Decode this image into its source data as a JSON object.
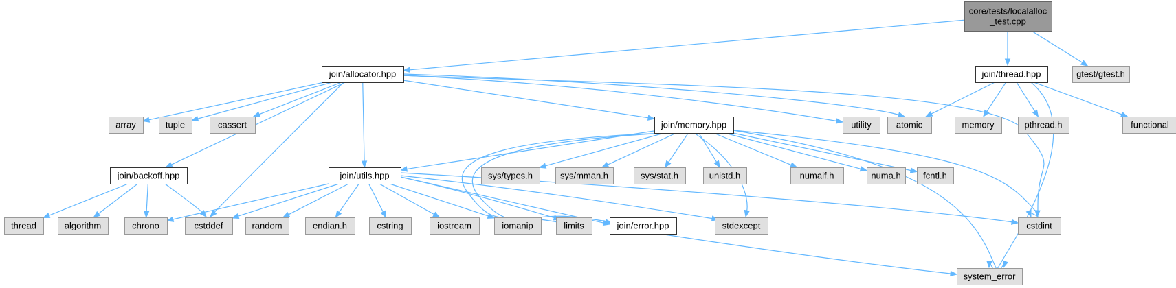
{
  "title": "core/tests/localalloc_test.cpp include dependency graph",
  "colors": {
    "root_fill": "#999999",
    "root_border": "#666666",
    "documented_fill": "#ffffff",
    "documented_border": "#333333",
    "system_fill": "#e0e0e0",
    "system_border": "#999999",
    "edge": "#63b8ff"
  },
  "nodes": [
    {
      "id": "root",
      "kind": "root",
      "lines": [
        "core/tests/localalloc",
        "_test.cpp"
      ]
    },
    {
      "id": "allocator",
      "kind": "documented",
      "lines": [
        "join/allocator.hpp"
      ]
    },
    {
      "id": "thread_hpp",
      "kind": "documented",
      "lines": [
        "join/thread.hpp"
      ]
    },
    {
      "id": "gtest",
      "kind": "system",
      "lines": [
        "gtest/gtest.h"
      ]
    },
    {
      "id": "array",
      "kind": "system",
      "lines": [
        "array"
      ]
    },
    {
      "id": "tuple",
      "kind": "system",
      "lines": [
        "tuple"
      ]
    },
    {
      "id": "cassert",
      "kind": "system",
      "lines": [
        "cassert"
      ]
    },
    {
      "id": "memory_hpp",
      "kind": "documented",
      "lines": [
        "join/memory.hpp"
      ]
    },
    {
      "id": "utility",
      "kind": "system",
      "lines": [
        "utility"
      ]
    },
    {
      "id": "atomic",
      "kind": "system",
      "lines": [
        "atomic"
      ]
    },
    {
      "id": "memory",
      "kind": "system",
      "lines": [
        "memory"
      ]
    },
    {
      "id": "pthread",
      "kind": "system",
      "lines": [
        "pthread.h"
      ]
    },
    {
      "id": "functional",
      "kind": "system",
      "lines": [
        "functional"
      ]
    },
    {
      "id": "backoff",
      "kind": "documented",
      "lines": [
        "join/backoff.hpp"
      ]
    },
    {
      "id": "utils",
      "kind": "documented",
      "lines": [
        "join/utils.hpp"
      ]
    },
    {
      "id": "systypes",
      "kind": "system",
      "lines": [
        "sys/types.h"
      ]
    },
    {
      "id": "sysmman",
      "kind": "system",
      "lines": [
        "sys/mman.h"
      ]
    },
    {
      "id": "sysstat",
      "kind": "system",
      "lines": [
        "sys/stat.h"
      ]
    },
    {
      "id": "unistd",
      "kind": "system",
      "lines": [
        "unistd.h"
      ]
    },
    {
      "id": "numaif",
      "kind": "system",
      "lines": [
        "numaif.h"
      ]
    },
    {
      "id": "numa",
      "kind": "system",
      "lines": [
        "numa.h"
      ]
    },
    {
      "id": "fcntl",
      "kind": "system",
      "lines": [
        "fcntl.h"
      ]
    },
    {
      "id": "thread",
      "kind": "system",
      "lines": [
        "thread"
      ]
    },
    {
      "id": "algorithm",
      "kind": "system",
      "lines": [
        "algorithm"
      ]
    },
    {
      "id": "chrono",
      "kind": "system",
      "lines": [
        "chrono"
      ]
    },
    {
      "id": "cstddef",
      "kind": "system",
      "lines": [
        "cstddef"
      ]
    },
    {
      "id": "random",
      "kind": "system",
      "lines": [
        "random"
      ]
    },
    {
      "id": "endian",
      "kind": "system",
      "lines": [
        "endian.h"
      ]
    },
    {
      "id": "cstring",
      "kind": "system",
      "lines": [
        "cstring"
      ]
    },
    {
      "id": "iostream",
      "kind": "system",
      "lines": [
        "iostream"
      ]
    },
    {
      "id": "iomanip",
      "kind": "system",
      "lines": [
        "iomanip"
      ]
    },
    {
      "id": "limits",
      "kind": "system",
      "lines": [
        "limits"
      ]
    },
    {
      "id": "error",
      "kind": "documented",
      "lines": [
        "join/error.hpp"
      ]
    },
    {
      "id": "stdexcept",
      "kind": "system",
      "lines": [
        "stdexcept"
      ]
    },
    {
      "id": "cstdint",
      "kind": "system",
      "lines": [
        "cstdint"
      ]
    },
    {
      "id": "system_error",
      "kind": "system",
      "lines": [
        "system_error"
      ]
    }
  ],
  "edges": [
    [
      "root",
      "allocator"
    ],
    [
      "root",
      "thread_hpp"
    ],
    [
      "root",
      "gtest"
    ],
    [
      "allocator",
      "array"
    ],
    [
      "allocator",
      "tuple"
    ],
    [
      "allocator",
      "cassert"
    ],
    [
      "allocator",
      "backoff"
    ],
    [
      "allocator",
      "cstddef"
    ],
    [
      "allocator",
      "utils"
    ],
    [
      "allocator",
      "memory_hpp"
    ],
    [
      "allocator",
      "utility"
    ],
    [
      "allocator",
      "atomic"
    ],
    [
      "allocator",
      "cstdint"
    ],
    [
      "thread_hpp",
      "atomic"
    ],
    [
      "thread_hpp",
      "memory"
    ],
    [
      "thread_hpp",
      "pthread"
    ],
    [
      "thread_hpp",
      "functional"
    ],
    [
      "thread_hpp",
      "system_error"
    ],
    [
      "backoff",
      "thread"
    ],
    [
      "backoff",
      "algorithm"
    ],
    [
      "backoff",
      "chrono"
    ],
    [
      "backoff",
      "cstddef"
    ],
    [
      "memory_hpp",
      "utils"
    ],
    [
      "memory_hpp",
      "systypes"
    ],
    [
      "memory_hpp",
      "sysmman"
    ],
    [
      "memory_hpp",
      "sysstat"
    ],
    [
      "memory_hpp",
      "unistd"
    ],
    [
      "memory_hpp",
      "numaif"
    ],
    [
      "memory_hpp",
      "numa"
    ],
    [
      "memory_hpp",
      "fcntl"
    ],
    [
      "memory_hpp",
      "stdexcept"
    ],
    [
      "memory_hpp",
      "cstdint"
    ],
    [
      "memory_hpp",
      "system_error"
    ],
    [
      "memory_hpp",
      "limits"
    ],
    [
      "memory_hpp",
      "error"
    ],
    [
      "utils",
      "chrono"
    ],
    [
      "utils",
      "cstddef"
    ],
    [
      "utils",
      "random"
    ],
    [
      "utils",
      "endian"
    ],
    [
      "utils",
      "cstring"
    ],
    [
      "utils",
      "iostream"
    ],
    [
      "utils",
      "iomanip"
    ],
    [
      "utils",
      "limits"
    ],
    [
      "utils",
      "error"
    ],
    [
      "utils",
      "stdexcept"
    ],
    [
      "utils",
      "cstdint"
    ],
    [
      "error",
      "system_error"
    ]
  ]
}
